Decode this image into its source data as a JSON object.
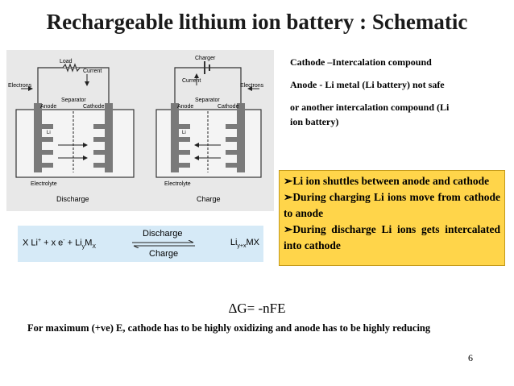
{
  "title": "Rechargeable lithium ion battery : Schematic",
  "schematic": {
    "load_label": "Load",
    "charger_label": "Charger",
    "electrons_label": "Electrons",
    "current_label": "Current",
    "separator_label": "Separator",
    "anode_label": "Anode",
    "cathode_label": "Cathode",
    "electrolyte_label": "Electrolyte",
    "li_ion_label": "Li",
    "discharge_caption": "Discharge",
    "charge_caption": "Charge"
  },
  "right_text": {
    "line1": "Cathode –Intercalation compound",
    "line2": "Anode - Li metal (Li battery) not safe",
    "line3": "or another intercalation compound (Li",
    "line4": "ion battery)"
  },
  "bullets": [
    "Li ion shuttles between anode and cathode",
    "During charging Li ions move from cathode to anode",
    "During discharge Li ions gets intercalated into cathode"
  ],
  "equation": {
    "left_a": "X Li",
    "left_b": " + x e",
    "left_c": " + Li",
    "left_d": "M",
    "sub_y": "y",
    "sub_x": "X",
    "sup_plus": "+",
    "sup_minus": "-",
    "right_a": "Li",
    "right_sub": "y+x",
    "right_b": "MX",
    "discharge": "Discharge",
    "charge": "Charge"
  },
  "gibbs": "ΔG= -nFE",
  "max_e": "For maximum (+ve) E, cathode has to be highly oxidizing and anode has to be highly reducing",
  "page_number": "6",
  "colors": {
    "highlight_box": "#ffd54a",
    "equation_box": "#d6eaf7",
    "title_text": "#1a1a1a"
  }
}
